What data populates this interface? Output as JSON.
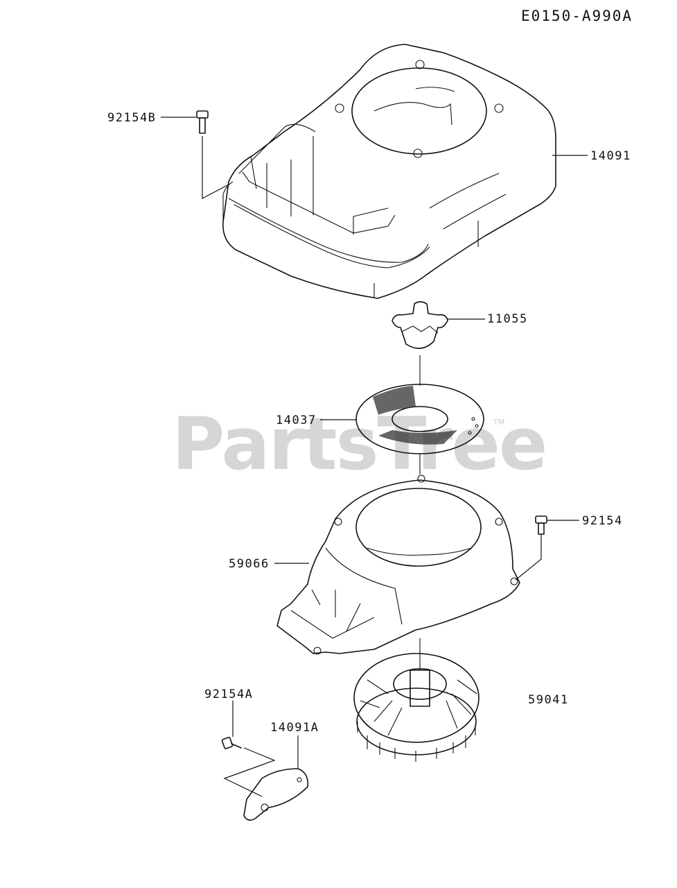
{
  "diagram_code": "E0150-A990A",
  "watermark": "PartsTree",
  "watermark_tm": "TM",
  "parts": [
    {
      "id": "92154B",
      "name": "bolt"
    },
    {
      "id": "14091",
      "name": "engine shroud"
    },
    {
      "id": "11055",
      "name": "bracket"
    },
    {
      "id": "14037",
      "name": "screen"
    },
    {
      "id": "92154",
      "name": "bolt"
    },
    {
      "id": "59066",
      "name": "fan housing"
    },
    {
      "id": "92154A",
      "name": "bolt"
    },
    {
      "id": "14091A",
      "name": "cover"
    },
    {
      "id": "59041",
      "name": "flywheel fan"
    }
  ],
  "labels": {
    "p92154B": "92154B",
    "p14091": "14091",
    "p11055": "11055",
    "p14037": "14037",
    "p92154": "92154",
    "p59066": "59066",
    "p92154A": "92154A",
    "p14091A": "14091A",
    "p59041": "59041"
  }
}
